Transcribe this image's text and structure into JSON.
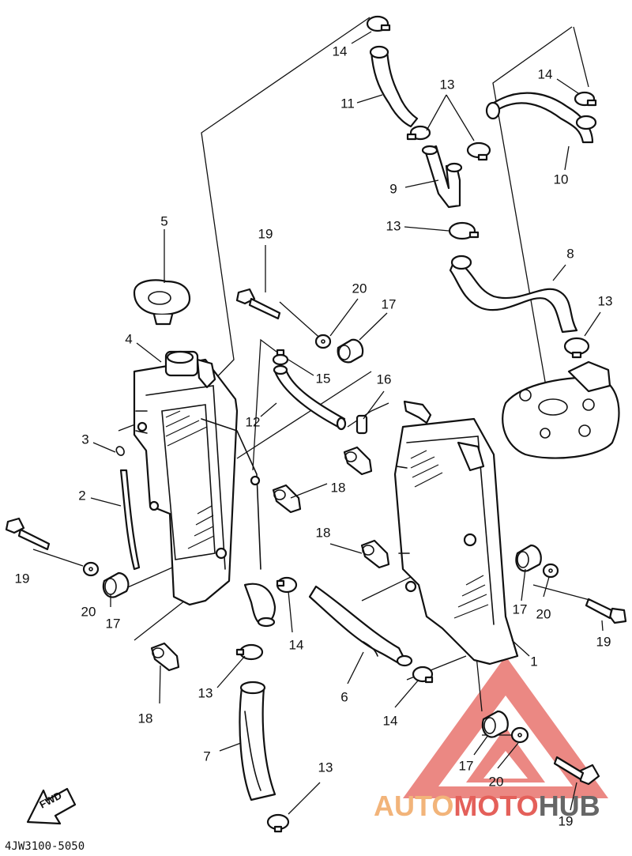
{
  "diagram_code": "4JW3100-5050",
  "fwd_label": "FWD",
  "watermark": {
    "part1": "AUTO",
    "part2": "MOTO",
    "part3": "HUB",
    "color_auto": "#f2b47a",
    "color_moto": "#e4605a",
    "color_hub": "#666666",
    "triangle_color": "#e4605a"
  },
  "callouts": {
    "c1": "1",
    "c2": "2",
    "c3": "3",
    "c4": "4",
    "c5": "5",
    "c6": "6",
    "c7": "7",
    "c8": "8",
    "c9": "9",
    "c10": "10",
    "c11": "11",
    "c12": "12",
    "c13a": "13",
    "c13b": "13",
    "c13c": "13",
    "c13d": "13",
    "c13e": "13",
    "c14a": "14",
    "c14b": "14",
    "c14c": "14",
    "c14d": "14",
    "c15": "15",
    "c16": "16",
    "c17a": "17",
    "c17b": "17",
    "c17c": "17",
    "c17d": "17",
    "c18a": "18",
    "c18b": "18",
    "c18c": "18",
    "c19a": "19",
    "c19b": "19",
    "c19c": "19",
    "c19d": "19",
    "c20a": "20",
    "c20b": "20",
    "c20c": "20",
    "c20d": "20"
  }
}
